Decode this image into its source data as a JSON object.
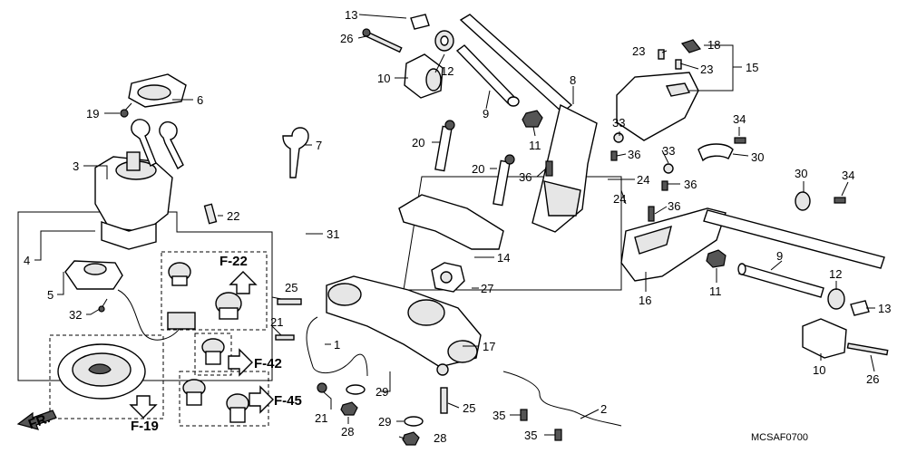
{
  "diagram_code": "MCSAF0700",
  "front_label": "FR.",
  "ref_labels": {
    "f22": "F-22",
    "f42": "F-42",
    "f45": "F-45",
    "f19": "F-19"
  },
  "callouts": {
    "c1": "1",
    "c2": "2",
    "c3": "3",
    "c4": "4",
    "c5": "5",
    "c6": "6",
    "c7": "7",
    "c8": "8",
    "c9a": "9",
    "c9b": "9",
    "c10a": "10",
    "c10b": "10",
    "c11a": "11",
    "c11b": "11",
    "c12a": "12",
    "c12b": "12",
    "c13a": "13",
    "c13b": "13",
    "c14": "14",
    "c15": "15",
    "c16": "16",
    "c17": "17",
    "c18": "18",
    "c19": "19",
    "c20a": "20",
    "c20b": "20",
    "c21a": "21",
    "c21b": "21",
    "c22": "22",
    "c23a": "23",
    "c23b": "23",
    "c24a": "24",
    "c24b": "24",
    "c25a": "25",
    "c25b": "25",
    "c26a": "26",
    "c26b": "26",
    "c27": "27",
    "c28a": "28",
    "c28b": "28",
    "c29a": "29",
    "c29b": "29",
    "c30a": "30",
    "c30b": "30",
    "c31": "31",
    "c32": "32",
    "c33a": "33",
    "c33b": "33",
    "c34a": "34",
    "c34b": "34",
    "c35a": "35",
    "c35b": "35",
    "c36a": "36",
    "c36b": "36",
    "c36c": "36",
    "c36d": "36"
  }
}
